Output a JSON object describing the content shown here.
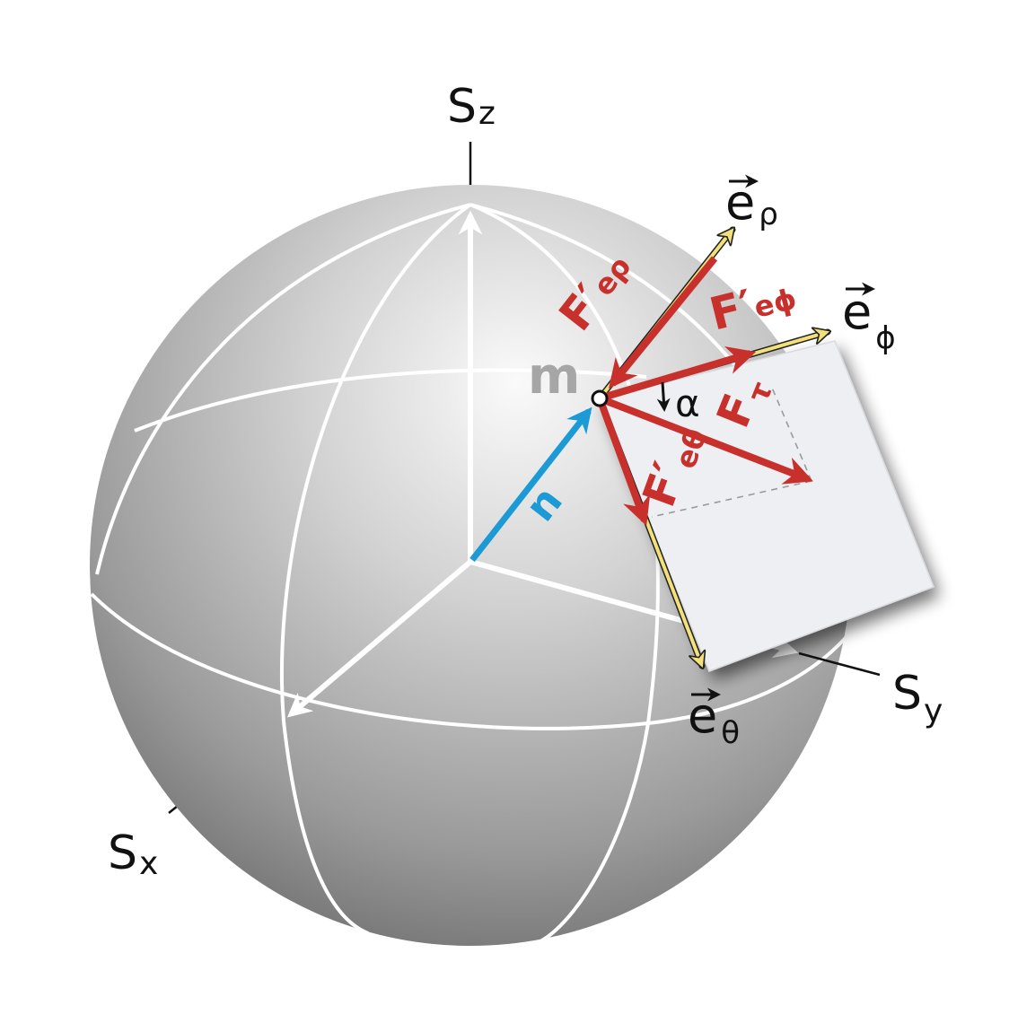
{
  "labels": {
    "axis_z": "S",
    "axis_z_sub": "z",
    "axis_y": "S",
    "axis_y_sub": "y",
    "axis_x": "S",
    "axis_x_sub": "x",
    "e_rho": "e",
    "e_rho_sub": "ρ",
    "e_phi": "e",
    "e_phi_sub": "ϕ",
    "e_theta": "e",
    "e_theta_sub": "θ",
    "mass": "m",
    "n_vector": "n",
    "alpha": "α",
    "f_rho": "F′",
    "f_rho_sub": "eρ",
    "f_phi": "F′",
    "f_phi_sub": "eϕ",
    "f_tau": "F",
    "f_tau_sub": "τ",
    "f_theta": "F′",
    "f_theta_sub": "eθ"
  },
  "colors": {
    "force": "#c8302c",
    "n_vector": "#1b9ad6",
    "basis_vector": "#f3e07a",
    "sphere_light": "#f4f4f4",
    "sphere_dark": "#6e6e6e",
    "plane": "#eeeff2"
  }
}
